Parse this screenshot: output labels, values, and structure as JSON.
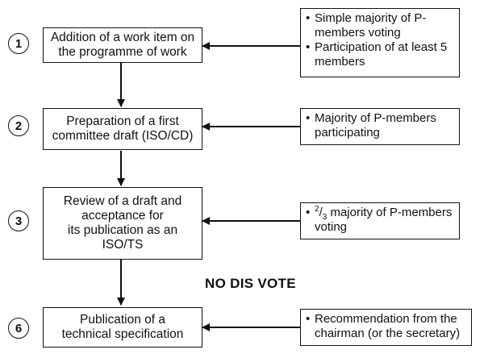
{
  "steps": [
    {
      "number": "1",
      "text": "Addition of a work item on the programme of work",
      "line1": "Addition of a work item on",
      "line2": "the programme of work",
      "conditions": [
        "Simple majority of P-members voting",
        "Participation of at least 5 members"
      ]
    },
    {
      "number": "2",
      "line1": "Preparation of a first",
      "line2": "committee draft (ISO/CD)",
      "conditions": [
        "Majority of P-members participating"
      ]
    },
    {
      "number": "3",
      "line1": "Review of a draft and",
      "line2": "acceptance for",
      "line3": "its publication as an",
      "line4": "ISO/TS",
      "condition_fraction_num": "2",
      "condition_fraction_den": "3",
      "condition_rest": "majority of  P-members voting"
    },
    {
      "number": "6",
      "line1": "Publication of a",
      "line2": "technical specification",
      "conditions": [
        "Recommendation from the chairman (or the secretary)"
      ]
    }
  ],
  "note": "NO DIS VOTE"
}
